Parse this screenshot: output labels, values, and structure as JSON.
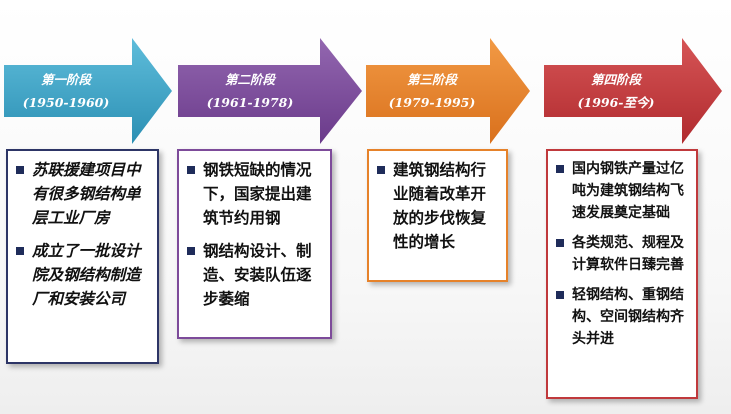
{
  "stages": [
    {
      "title": "第一阶段",
      "period": "(1950-1960)",
      "color": "#3aa3c6",
      "items": [
        "苏联援建项目中 有很多钢结构单层工业厂房",
        "成立了一批设计院及钢结构制造厂和安装公司"
      ]
    },
    {
      "title": "第二阶段",
      "period": "(1961-1978)",
      "color": "#7d4b9a",
      "items": [
        "钢铁短缺的情况下，国家提出建筑节约用钢",
        "钢结构设计、制造、安装队伍逐步萎缩"
      ]
    },
    {
      "title": "第三阶段",
      "period": "(1979-1995)",
      "color": "#e6822a",
      "items": [
        "建筑钢结构行业随着改革开放的步伐恢复性的增长"
      ]
    },
    {
      "title": "第四阶段",
      "period": "(1996-至今)",
      "color": "#c0393c",
      "items": [
        "国内钢铁产量过亿吨为建筑钢结构飞速发展奠定基础",
        "各类规范、规程及计算软件日臻完善",
        "轻钢结构、重钢结构、空间钢结构齐头并进"
      ]
    }
  ]
}
